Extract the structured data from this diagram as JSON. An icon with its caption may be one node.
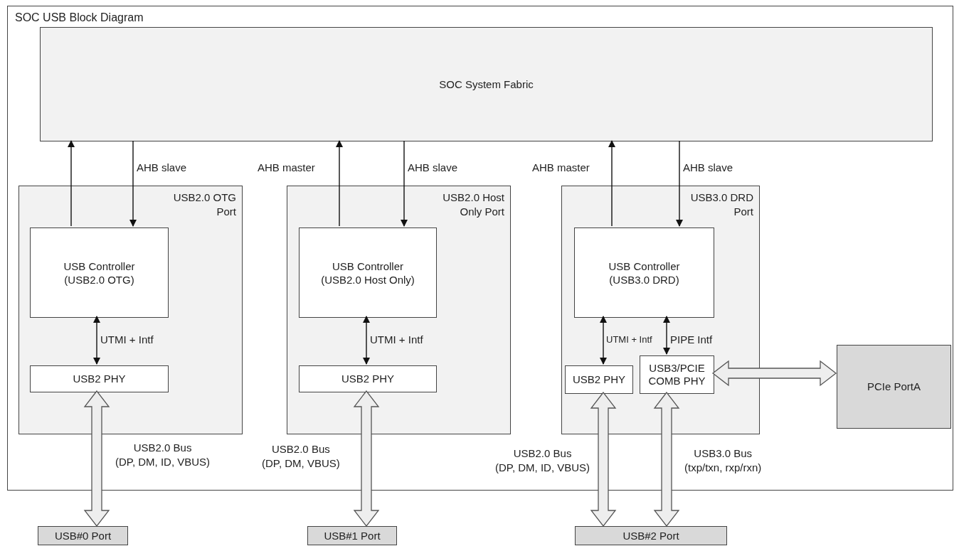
{
  "diagram": {
    "nodes": [
      {
        "text": [
          "SOC USB Block Diagram"
        ]
      },
      {
        "text": [
          "SOC System Fabric"
        ],
        "in": 0
      },
      {
        "text": [
          "USB2.0 OTG Port"
        ],
        "in": 0
      },
      {
        "text": [
          "USB Controller (USB2.0 OTG)"
        ],
        "in": 2
      },
      {
        "text": [
          "USB2 PHY"
        ],
        "in": 2
      },
      {
        "text": [
          "USB2.0 Host Only Port"
        ],
        "in": 0
      },
      {
        "text": [
          "USB Controller (USB2.0 Host Only)"
        ],
        "in": 5
      },
      {
        "text": [
          "USB2 PHY"
        ],
        "in": 5
      },
      {
        "text": [
          "USB3.0 DRD Port"
        ],
        "in": 0
      },
      {
        "text": [
          "USB Controller (USB3.0 DRD)"
        ],
        "in": 8
      },
      {
        "text": [
          "USB2 PHY"
        ],
        "in": 8
      },
      {
        "text": [
          "USB3/PCIE COMB PHY"
        ],
        "in": 8
      },
      {
        "text": [
          "PCIe PortA"
        ],
        "in": 0
      },
      {
        "text": [
          "USB#0 Port"
        ]
      },
      {
        "text": [
          "USB#1 Port"
        ]
      },
      {
        "text": [
          "USB#2 Port"
        ]
      }
    ],
    "edges": [
      {
        "from": 3,
        "to": 1,
        "arrow": "to"
      },
      {
        "from": 1,
        "to": 3,
        "arrow": "to",
        "label": "AHB slave"
      },
      {
        "from": 3,
        "to": 4,
        "arrow": "both",
        "label": "UTMI + Intf"
      },
      {
        "from": 6,
        "to": 1,
        "arrow": "to",
        "label": "AHB master"
      },
      {
        "from": 1,
        "to": 6,
        "arrow": "to",
        "label": "AHB slave"
      },
      {
        "from": 6,
        "to": 7,
        "arrow": "both",
        "label": "UTMI + Intf"
      },
      {
        "from": 9,
        "to": 1,
        "arrow": "to",
        "label": "AHB master"
      },
      {
        "from": 1,
        "to": 9,
        "arrow": "to",
        "label": "AHB slave"
      },
      {
        "from": 9,
        "to": 10,
        "arrow": "both",
        "label": "UTMI + Intf"
      },
      {
        "from": 9,
        "to": 11,
        "arrow": "both",
        "label": "PIPE Intf"
      },
      {
        "from": 11,
        "to": 12,
        "arrow": "both",
        "style": "thick"
      },
      {
        "from": 4,
        "to": 13,
        "arrow": "both",
        "style": "thick",
        "label": "USB2.0 Bus (DP, DM, ID, VBUS)"
      },
      {
        "from": 7,
        "to": 14,
        "arrow": "both",
        "style": "thick",
        "label": "USB2.0 Bus (DP, DM, VBUS)"
      },
      {
        "from": 10,
        "to": 15,
        "arrow": "both",
        "style": "thick",
        "label": "USB2.0 Bus (DP, DM, ID, VBUS)"
      },
      {
        "from": 11,
        "to": 15,
        "arrow": "both",
        "style": "thick",
        "label": "USB3.0 Bus (txp/txn, rxp/rxn)"
      }
    ]
  }
}
